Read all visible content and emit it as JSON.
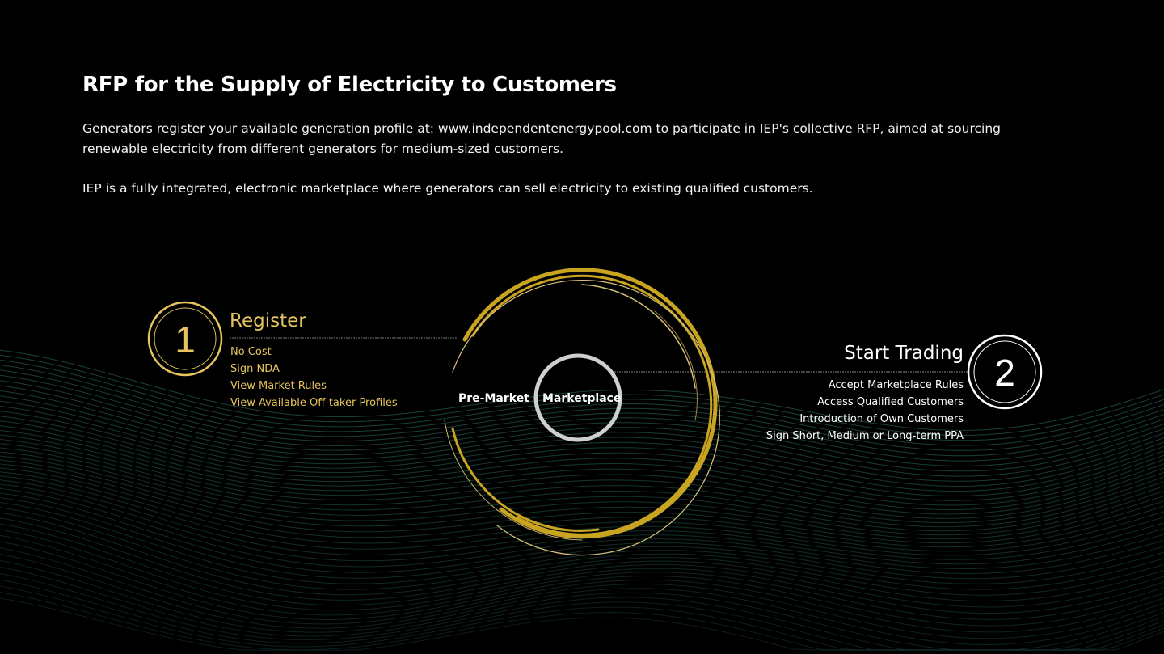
{
  "title": "RFP for the Supply of Electricity to Customers",
  "paragraphs": [
    "Generators register your available generation profile at: www.independentenergypool.com to participate in IEP's collective RFP, aimed at sourcing renewable electricity from different generators for medium-sized customers.",
    "IEP is a fully integrated, electronic marketplace where generators can sell electricity to existing qualified customers."
  ],
  "step1": {
    "number": "1",
    "title": "Register",
    "items": [
      "No Cost",
      "Sign NDA",
      "View Market Rules",
      "View Available Off-taker Profiles"
    ]
  },
  "step2": {
    "number": "2",
    "title": "Start Trading",
    "items": [
      "Accept Marketplace Rules",
      "Access Qualified Customers",
      "Introduction of Own Customers",
      "Sign Short, Medium or Long-term PPA"
    ]
  },
  "center": {
    "outer_label": "Pre-Market",
    "inner_label": "Marketplace"
  },
  "colors": {
    "gold": "#c9a420",
    "gold_text": "#e6c45e",
    "wave": "#1d4a3f",
    "background": "#000000"
  }
}
